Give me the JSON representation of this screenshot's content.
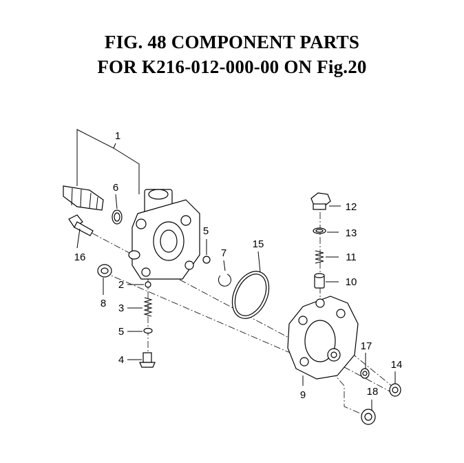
{
  "title": {
    "line1": "FIG. 48  COMPONENT PARTS",
    "line2": "FOR K216-012-000-00 ON Fig.20"
  },
  "callouts": {
    "c1": "1",
    "c2": "2",
    "c3": "3",
    "c4": "4",
    "c5a": "5",
    "c5b": "5",
    "c6": "6",
    "c7": "7",
    "c8": "8",
    "c9": "9",
    "c10": "10",
    "c11": "11",
    "c12": "12",
    "c13": "13",
    "c14": "14",
    "c15": "15",
    "c16": "16",
    "c17": "17",
    "c18": "18"
  },
  "colors": {
    "ink": "#000000",
    "paper": "#ffffff"
  }
}
